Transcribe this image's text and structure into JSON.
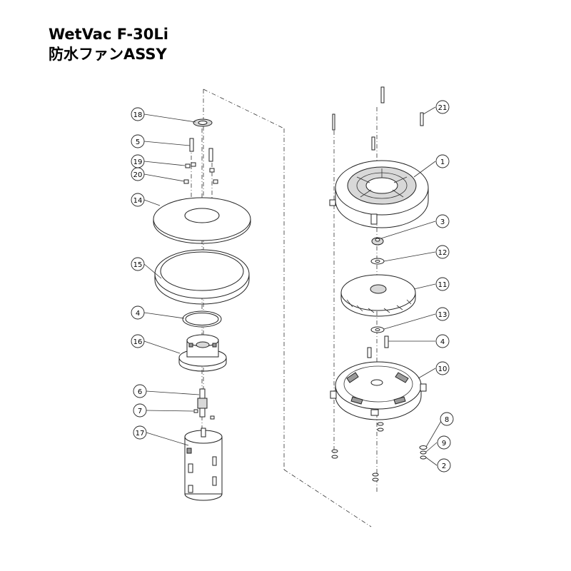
{
  "title": {
    "line1": "WetVac F-30Li",
    "line2": "防水ファンASSY"
  },
  "callouts": [
    "1",
    "2",
    "3",
    "4",
    "4",
    "5",
    "6",
    "7",
    "8",
    "9",
    "10",
    "11",
    "12",
    "13",
    "14",
    "15",
    "16",
    "17",
    "18",
    "19",
    "20",
    "21"
  ]
}
